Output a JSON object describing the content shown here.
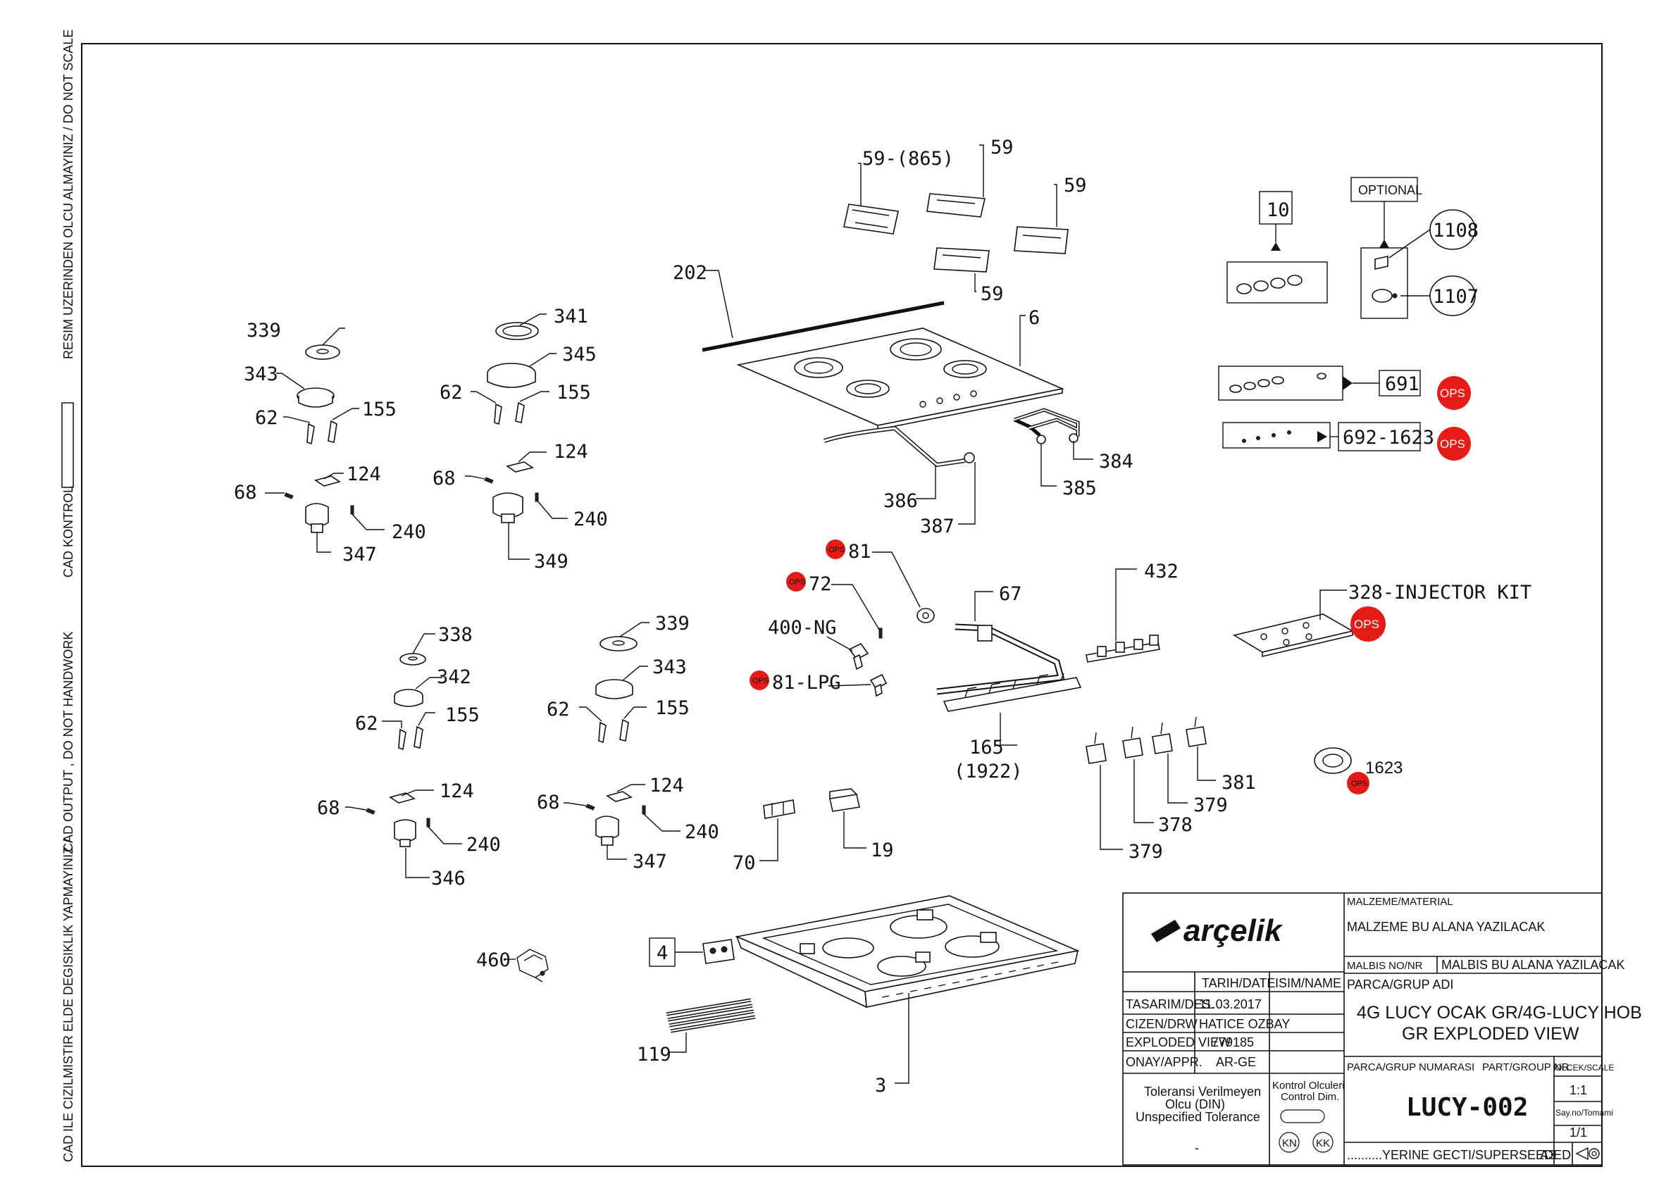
{
  "side_notes": {
    "top": "RESIM UZERINDEN OLCU ALMAYINIZ / DO NOT SCALE",
    "cad_kontrol": "CAD KONTROL",
    "middle": "CAD OUTPUT , DO NOT HANDWORK",
    "bottom": "CAD ILE CIZILMISTIR ELDE DEGISIKLIK YAPMAYINIZ /"
  },
  "labels": {
    "l59_865": "59-(865)",
    "l59a": "59",
    "l59b": "59",
    "l59c": "59",
    "l202": "202",
    "l6": "6",
    "l384": "384",
    "l385": "385",
    "l386": "386",
    "l387": "387",
    "l10": "10",
    "optional": "OPTIONAL",
    "l1108": "1108",
    "l1107": "1107",
    "l691": "691",
    "l692": "692-1623",
    "l339a": "339",
    "l343a": "343",
    "l62a": "62",
    "l155a": "155",
    "l124a": "124",
    "l68a": "68",
    "l240a": "240",
    "l347a": "347",
    "l341": "341",
    "l345": "345",
    "l62b": "62",
    "l155b": "155",
    "l124b": "124",
    "l68b": "68",
    "l240b": "240",
    "l349": "349",
    "l81": "81",
    "l72": "72",
    "l400": "400-NG",
    "l81lpg": "81-LPG",
    "l67": "67",
    "l432": "432",
    "l328": "328-INJECTOR KIT",
    "l165": "165",
    "l1922": "(1922)",
    "l381": "381",
    "l379a": "379",
    "l378": "378",
    "l379b": "379",
    "l1623": "1623",
    "l338": "338",
    "l342": "342",
    "l62c": "62",
    "l155c": "155",
    "l124c": "124",
    "l68c": "68",
    "l240c": "240",
    "l346": "346",
    "l339b": "339",
    "l343b": "343",
    "l62d": "62",
    "l155d": "155",
    "l124d": "124",
    "l68d": "68",
    "l240d": "240",
    "l347b": "347",
    "l70": "70",
    "l19": "19",
    "l460": "460",
    "l4": "4",
    "l119": "119",
    "l3": "3",
    "ops": "OPS"
  },
  "title_block": {
    "brand": "arçelik",
    "material_label": "MALZEME/MATERIAL",
    "material_value": "MALZEME BU ALANA YAZILACAK",
    "malbis_label": "MALBIS NO/NR",
    "malbis_value": "MALBIS BU ALANA YAZILACAK",
    "date_header": "TARIH/DATE",
    "name_header": "ISIM/NAME",
    "group_name_label": "PARCA/GRUP ADI",
    "rows": [
      {
        "label": "TASARIM/DES.",
        "value": "11.03.2017"
      },
      {
        "label": "CIZEN/DRW",
        "value": "HATICE OZBAY"
      },
      {
        "label": "EXPLODED VIEW",
        "value": "779185"
      },
      {
        "label": "ONAY/APPR.",
        "value": "AR-GE"
      }
    ],
    "group_name_line1": "4G LUCY OCAK GR/4G-LUCY HOB",
    "group_name_line2": "GR EXPLODED VIEW",
    "group_no_label": "PARCA/GRUP NUMARASI",
    "part_no_label": "PART/GROUP NR.",
    "scale_label": "OLCEK/SCALE",
    "scale_value": "1:1",
    "tol_line1": "Toleransi Verilmeyen",
    "tol_line2": "Olcu (DIN)",
    "tol_line3": "Unspecified Tolerance",
    "tol_dash": "-",
    "control_line1": "Kontrol Olculeri",
    "control_line2": "Control Dim.",
    "kn": "KN",
    "kk": "KK",
    "part_number": "LUCY-002",
    "sheet_label": "Say.no/Tomami",
    "sheet_value": "1/1",
    "superseded": "..........YERINE GECTI/SUPERSEEDED",
    "paper": "A3"
  }
}
